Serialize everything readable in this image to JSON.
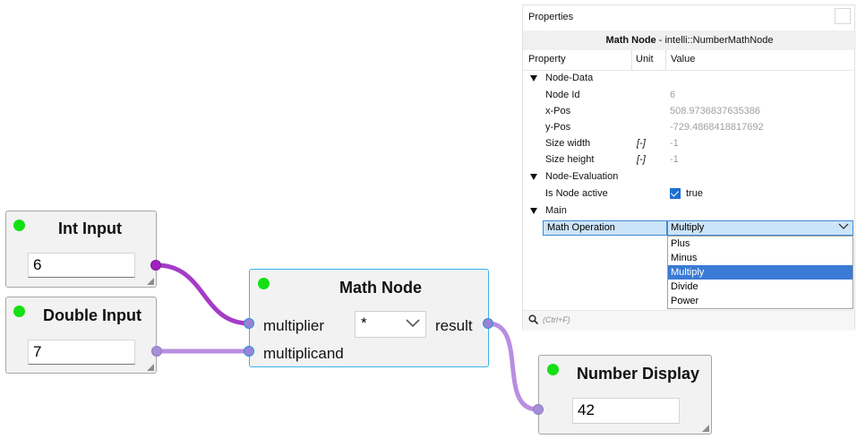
{
  "nodes": {
    "int_input": {
      "title": "Int Input",
      "value": "6"
    },
    "double_input": {
      "title": "Double Input",
      "value": "7"
    },
    "math_node": {
      "title": "Math Node",
      "in1": "multiplier",
      "in2": "multiplicand",
      "out": "result",
      "op_value": "*"
    },
    "number_display": {
      "title": "Number Display",
      "value": "42"
    }
  },
  "properties": {
    "header": "Properties",
    "node_title": "Math Node",
    "node_type": " - intelli::NumberMathNode",
    "columns": {
      "property": "Property",
      "unit": "Unit",
      "value": "Value"
    },
    "groups": {
      "node_data": "Node-Data",
      "node_evaluation": "Node-Evaluation",
      "main": "Main"
    },
    "rows": [
      {
        "name": "Node Id",
        "unit": "",
        "value": "6"
      },
      {
        "name": "x-Pos",
        "unit": "",
        "value": "508.9736837635386"
      },
      {
        "name": "y-Pos",
        "unit": "",
        "value": "-729.4868418817692"
      },
      {
        "name": "Size width",
        "unit": "[-]",
        "value": "-1"
      },
      {
        "name": "Size height",
        "unit": "[-]",
        "value": "-1"
      }
    ],
    "active": {
      "name": "Is Node active",
      "value": "true"
    },
    "operation": {
      "name": "Math Operation",
      "value": "Multiply"
    },
    "options": [
      "Plus",
      "Minus",
      "Multiply",
      "Divide",
      "Power"
    ],
    "selected_option": "Multiply",
    "search_placeholder": "(Ctrl+F)"
  },
  "colors": {
    "status_dot": "#14e014",
    "wire_purple": "#9b2bc0",
    "wire_lavender": "#b98ee0",
    "selection_border": "#3fb2e6"
  }
}
